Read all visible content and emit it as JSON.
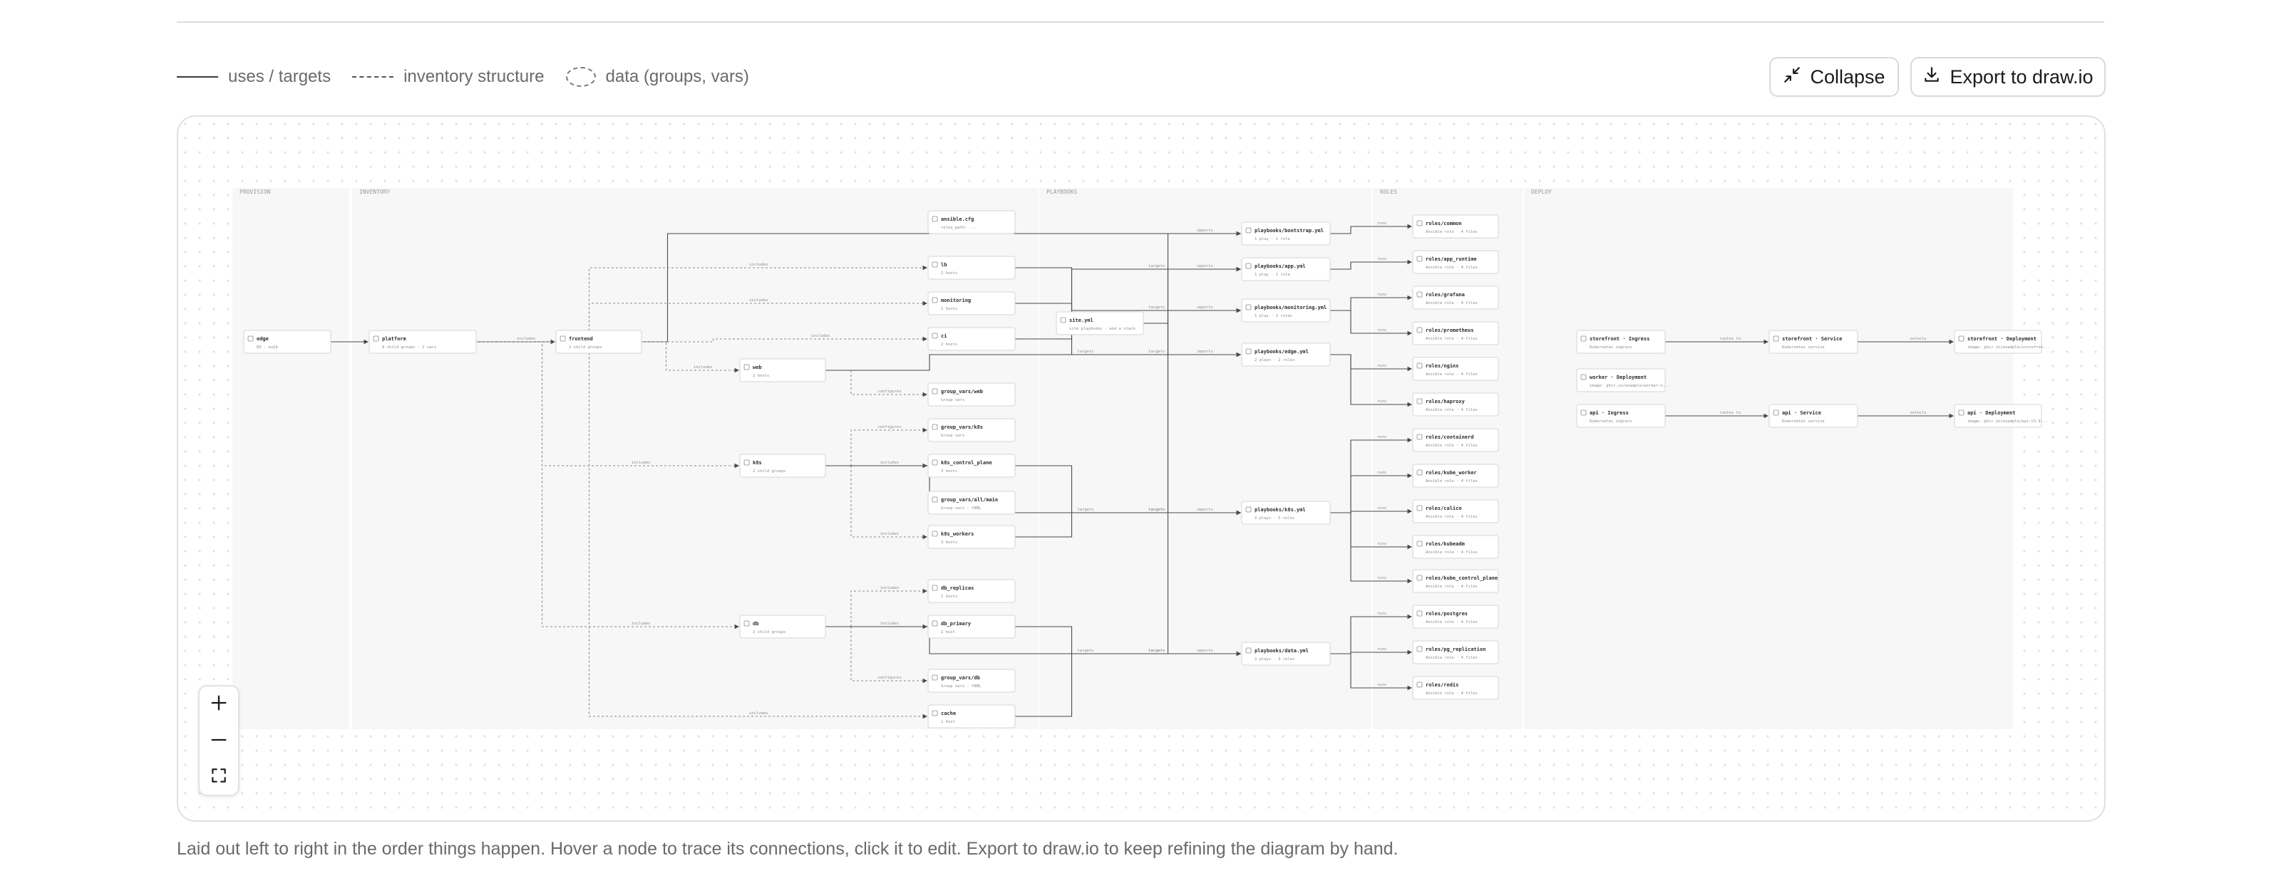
{
  "legend": {
    "uses_label": "uses / targets",
    "inventory_label": "inventory structure",
    "data_label": "data (groups, vars)"
  },
  "toolbar": {
    "collapse_label": "Collapse",
    "collapse_icon": "collapse-arrows-icon",
    "export_label": "Export to draw.io",
    "export_icon": "download-icon"
  },
  "footer_text": "Laid out left to right in the order things happen. Hover a node to trace its connections, click it to edit. Export to draw.io to keep refining the diagram by hand.",
  "zoom_controls": [
    "zoom-in-icon",
    "zoom-out-icon",
    "fit-view-icon"
  ],
  "colors": {
    "edge": "#4a4a4a",
    "dashed_edge": "#8a8a8a",
    "node_border": "#d6d6d6",
    "lane_fill": "#f7f7f7"
  },
  "diagram": {
    "lanes": [
      "PROVISION",
      "INVENTORY",
      "PLAYBOOKS",
      "ROLES",
      "DEPLOY"
    ],
    "nodes": [
      {
        "id": "edge",
        "title": "edge",
        "sub": "DO · eu2b"
      },
      {
        "id": "platform",
        "title": "platform",
        "sub": "8 child groups · 2 vars"
      },
      {
        "id": "frontend",
        "title": "frontend",
        "sub": "2 child groups"
      },
      {
        "id": "web",
        "title": "web",
        "sub": "2 hosts"
      },
      {
        "id": "k8s",
        "title": "k8s",
        "sub": "2 child groups"
      },
      {
        "id": "db",
        "title": "db",
        "sub": "2 child groups"
      },
      {
        "id": "ansible_cfg",
        "title": "ansible.cfg",
        "sub": "roles_path: ..."
      },
      {
        "id": "lb",
        "title": "lb",
        "sub": "2 hosts"
      },
      {
        "id": "monitoring",
        "title": "monitoring",
        "sub": "2 hosts"
      },
      {
        "id": "ci",
        "title": "ci",
        "sub": "2 hosts"
      },
      {
        "id": "gv_web",
        "title": "group_vars/web",
        "sub": "Group vars"
      },
      {
        "id": "gv_k8s",
        "title": "group_vars/k8s",
        "sub": "Group vars"
      },
      {
        "id": "k8s_cp",
        "title": "k8s_control_plane",
        "sub": "3 hosts"
      },
      {
        "id": "gv_all",
        "title": "group_vars/all/main",
        "sub": "Group vars · YAML"
      },
      {
        "id": "k8s_workers",
        "title": "k8s_workers",
        "sub": "3 hosts"
      },
      {
        "id": "db_replicas",
        "title": "db_replicas",
        "sub": "2 hosts"
      },
      {
        "id": "db_primary",
        "title": "db_primary",
        "sub": "1 host"
      },
      {
        "id": "gv_db",
        "title": "group_vars/db",
        "sub": "Group vars · YAML"
      },
      {
        "id": "cache",
        "title": "cache",
        "sub": "1 host"
      },
      {
        "id": "site",
        "title": "site.yml",
        "sub": "site playbooks · and a stack"
      },
      {
        "id": "pb_bootstrap",
        "title": "playbooks/bootstrap.yml",
        "sub": "1 play · 1 role"
      },
      {
        "id": "pb_app",
        "title": "playbooks/app.yml",
        "sub": "1 play · 1 role"
      },
      {
        "id": "pb_monitoring",
        "title": "playbooks/monitoring.yml",
        "sub": "1 play · 2 roles"
      },
      {
        "id": "pb_edge",
        "title": "playbooks/edge.yml",
        "sub": "2 plays · 2 roles"
      },
      {
        "id": "pb_k8s",
        "title": "playbooks/k8s.yml",
        "sub": "2 plays · 5 roles"
      },
      {
        "id": "pb_data",
        "title": "playbooks/data.yml",
        "sub": "2 plays · 3 roles"
      },
      {
        "id": "r_common",
        "title": "roles/common",
        "sub": "Ansible role · 4 files"
      },
      {
        "id": "r_app_runtime",
        "title": "roles/app_runtime",
        "sub": "Ansible role · 4 files"
      },
      {
        "id": "r_grafana",
        "title": "roles/grafana",
        "sub": "Ansible role · 4 files"
      },
      {
        "id": "r_prometheus",
        "title": "roles/prometheus",
        "sub": "Ansible role · 4 files"
      },
      {
        "id": "r_nginx",
        "title": "roles/nginx",
        "sub": "Ansible role · 4 files"
      },
      {
        "id": "r_haproxy",
        "title": "roles/haproxy",
        "sub": "Ansible role · 4 files"
      },
      {
        "id": "r_containerd",
        "title": "roles/containerd",
        "sub": "Ansible role · 4 files"
      },
      {
        "id": "r_kube_worker",
        "title": "roles/kube_worker",
        "sub": "Ansible role · 4 files"
      },
      {
        "id": "r_calico",
        "title": "roles/calico",
        "sub": "Ansible role · 4 files"
      },
      {
        "id": "r_kubeadm",
        "title": "roles/kubeadm",
        "sub": "Ansible role · 4 files"
      },
      {
        "id": "r_kube_cp",
        "title": "roles/kube_control_plane",
        "sub": "Ansible role · 4 files"
      },
      {
        "id": "r_postgres",
        "title": "roles/postgres",
        "sub": "Ansible role · 4 files"
      },
      {
        "id": "r_pg_repl",
        "title": "roles/pg_replication",
        "sub": "Ansible role · 4 files"
      },
      {
        "id": "r_redis",
        "title": "roles/redis",
        "sub": "Ansible role · 4 files"
      },
      {
        "id": "d_sf_ingress",
        "title": "storefront · Ingress",
        "sub": "Kubernetes ingress"
      },
      {
        "id": "d_worker",
        "title": "worker · Deployment",
        "sub": "image: ghcr.io/example/worker:v..."
      },
      {
        "id": "d_api_ingress",
        "title": "api · Ingress",
        "sub": "Kubernetes ingress"
      },
      {
        "id": "d_sf_service",
        "title": "storefront · Service",
        "sub": "Kubernetes service"
      },
      {
        "id": "d_api_service",
        "title": "api · Service",
        "sub": "Kubernetes service"
      },
      {
        "id": "d_sf_deploy",
        "title": "storefront · Deployment",
        "sub": "image: ghcr.io/example/storefron..."
      },
      {
        "id": "d_api_deploy",
        "title": "api · Deployment",
        "sub": "image: ghcr.io/example/api:v3.9..."
      }
    ],
    "edges": [
      {
        "from": "edge",
        "to": "platform",
        "style": "solid",
        "label": ""
      },
      {
        "from": "platform",
        "to": "pb_bootstrap",
        "style": "solid",
        "label": "targets"
      },
      {
        "from": "platform",
        "to": "frontend",
        "style": "dashed",
        "label": "includes"
      },
      {
        "from": "platform",
        "to": "k8s",
        "style": "dashed",
        "label": "includes"
      },
      {
        "from": "platform",
        "to": "db",
        "style": "dashed",
        "label": "includes"
      },
      {
        "from": "platform",
        "to": "lb",
        "style": "dashed",
        "label": "includes"
      },
      {
        "from": "platform",
        "to": "monitoring",
        "style": "dashed",
        "label": "includes"
      },
      {
        "from": "platform",
        "to": "cache",
        "style": "dashed",
        "label": "includes"
      },
      {
        "from": "frontend",
        "to": "web",
        "style": "dashed",
        "label": "includes"
      },
      {
        "from": "frontend",
        "to": "ci",
        "style": "dashed",
        "label": "includes"
      },
      {
        "from": "web",
        "to": "gv_web",
        "style": "dashed",
        "label": "configures"
      },
      {
        "from": "web",
        "to": "pb_edge",
        "style": "solid",
        "label": "targets"
      },
      {
        "from": "k8s",
        "to": "gv_k8s",
        "style": "dashed",
        "label": "configures"
      },
      {
        "from": "k8s",
        "to": "k8s_cp",
        "style": "dashed",
        "label": "includes"
      },
      {
        "from": "k8s",
        "to": "k8s_workers",
        "style": "dashed",
        "label": "includes"
      },
      {
        "from": "k8s",
        "to": "pb_k8s",
        "style": "solid",
        "label": "targets"
      },
      {
        "from": "db",
        "to": "db_replicas",
        "style": "dashed",
        "label": "includes"
      },
      {
        "from": "db",
        "to": "db_primary",
        "style": "dashed",
        "label": "includes"
      },
      {
        "from": "db",
        "to": "gv_db",
        "style": "dashed",
        "label": "configures"
      },
      {
        "from": "db",
        "to": "pb_data",
        "style": "solid",
        "label": "targets"
      },
      {
        "from": "lb",
        "to": "pb_edge",
        "style": "solid",
        "label": "targets"
      },
      {
        "from": "monitoring",
        "to": "pb_monitoring",
        "style": "solid",
        "label": "targets"
      },
      {
        "from": "ci",
        "to": "pb_app",
        "style": "solid",
        "label": "targets"
      },
      {
        "from": "k8s_cp",
        "to": "pb_k8s",
        "style": "solid",
        "label": "targets"
      },
      {
        "from": "k8s_workers",
        "to": "pb_k8s",
        "style": "solid",
        "label": "targets"
      },
      {
        "from": "db_primary",
        "to": "pb_data",
        "style": "solid",
        "label": "targets"
      },
      {
        "from": "cache",
        "to": "pb_data",
        "style": "solid",
        "label": "targets"
      },
      {
        "from": "site",
        "to": "pb_bootstrap",
        "style": "solid",
        "label": "imports"
      },
      {
        "from": "site",
        "to": "pb_app",
        "style": "solid",
        "label": "imports"
      },
      {
        "from": "site",
        "to": "pb_monitoring",
        "style": "solid",
        "label": "imports"
      },
      {
        "from": "site",
        "to": "pb_edge",
        "style": "solid",
        "label": "imports"
      },
      {
        "from": "site",
        "to": "pb_k8s",
        "style": "solid",
        "label": "imports"
      },
      {
        "from": "site",
        "to": "pb_data",
        "style": "solid",
        "label": "imports"
      },
      {
        "from": "pb_bootstrap",
        "to": "r_common",
        "style": "solid",
        "label": "runs"
      },
      {
        "from": "pb_app",
        "to": "r_app_runtime",
        "style": "solid",
        "label": "runs"
      },
      {
        "from": "pb_monitoring",
        "to": "r_grafana",
        "style": "solid",
        "label": "runs"
      },
      {
        "from": "pb_monitoring",
        "to": "r_prometheus",
        "style": "solid",
        "label": "runs"
      },
      {
        "from": "pb_edge",
        "to": "r_nginx",
        "style": "solid",
        "label": "runs"
      },
      {
        "from": "pb_edge",
        "to": "r_haproxy",
        "style": "solid",
        "label": "runs"
      },
      {
        "from": "pb_k8s",
        "to": "r_containerd",
        "style": "solid",
        "label": "runs"
      },
      {
        "from": "pb_k8s",
        "to": "r_kube_worker",
        "style": "solid",
        "label": "runs"
      },
      {
        "from": "pb_k8s",
        "to": "r_calico",
        "style": "solid",
        "label": "runs"
      },
      {
        "from": "pb_k8s",
        "to": "r_kubeadm",
        "style": "solid",
        "label": "runs"
      },
      {
        "from": "pb_k8s",
        "to": "r_kube_cp",
        "style": "solid",
        "label": "runs"
      },
      {
        "from": "pb_data",
        "to": "r_postgres",
        "style": "solid",
        "label": "runs"
      },
      {
        "from": "pb_data",
        "to": "r_pg_repl",
        "style": "solid",
        "label": "runs"
      },
      {
        "from": "pb_data",
        "to": "r_redis",
        "style": "solid",
        "label": "runs"
      },
      {
        "from": "d_sf_ingress",
        "to": "d_sf_service",
        "style": "solid",
        "label": "routes to"
      },
      {
        "from": "d_sf_service",
        "to": "d_sf_deploy",
        "style": "solid",
        "label": "selects"
      },
      {
        "from": "d_api_ingress",
        "to": "d_api_service",
        "style": "solid",
        "label": "routes to"
      },
      {
        "from": "d_api_service",
        "to": "d_api_deploy",
        "style": "solid",
        "label": "selects"
      }
    ]
  }
}
